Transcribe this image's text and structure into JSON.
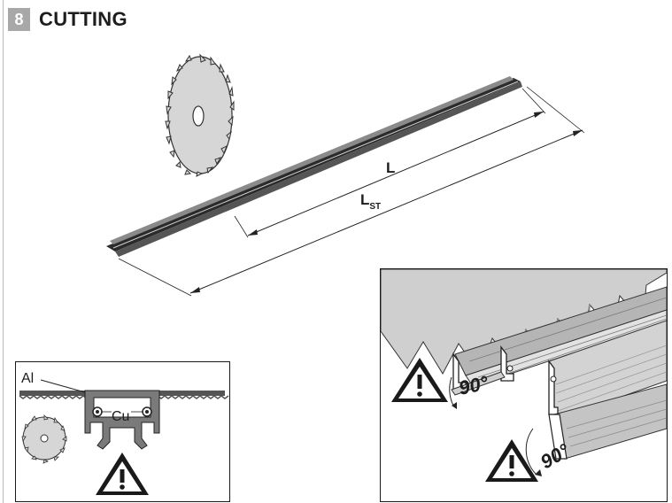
{
  "section": {
    "number": "8",
    "title": "CUTTING"
  },
  "dimensions": {
    "length_label": "L",
    "stock_length_label": "L",
    "stock_length_subscript": "ST"
  },
  "materials": {
    "aluminium": "Al",
    "copper": "Cu"
  },
  "angles": {
    "first": "90°",
    "second": "90°"
  },
  "icons": {
    "saw_blade": "saw-blade-icon",
    "warning": "warning-triangle-icon"
  },
  "colors": {
    "badge": "#a8a8a8",
    "profile": "#2b2b2b",
    "blade": "#d6d6d6",
    "blade_dark": "#9c9c9c",
    "grey_fill": "#bcbcbc"
  }
}
